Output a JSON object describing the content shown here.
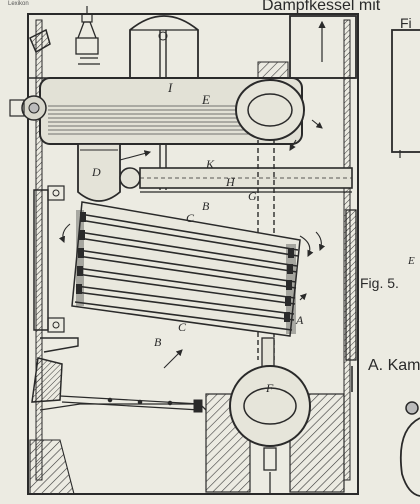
{
  "page": {
    "header_title": "Dampfkessel mit",
    "header_fig_ref": "Fi",
    "corner_mark": "Lexikon"
  },
  "labels": {
    "I": "I",
    "E": "E",
    "D": "D",
    "K": "K",
    "H": "H",
    "G": "G",
    "B_upper": "B",
    "C_upper": "C",
    "C_lower": "C",
    "B_lower": "B",
    "A": "A",
    "F": "F",
    "E_right": "E"
  },
  "captions": {
    "fig5": "Fig. 5.",
    "section": "A. Kam"
  },
  "colors": {
    "paper": "#ecebe2",
    "ink": "#2a2a2a"
  }
}
